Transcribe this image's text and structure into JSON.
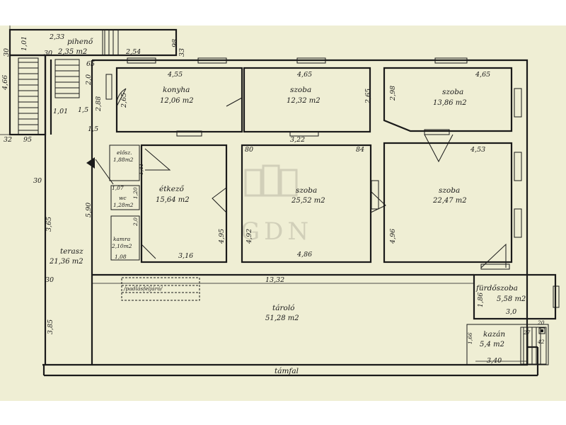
{
  "rooms": [
    {
      "name": "pihenő",
      "area": "2,35 m2"
    },
    {
      "name": "konyha",
      "area": "12,06 m2"
    },
    {
      "name": "szoba",
      "area": "12,32 m2"
    },
    {
      "name": "szoba",
      "area": "13,86 m2"
    },
    {
      "name": "elősz.",
      "area": "1,88m2"
    },
    {
      "name": "wc",
      "area": "1,28m2"
    },
    {
      "name": "kamra",
      "area": "2,10m2"
    },
    {
      "name": "étkező",
      "area": "15,64 m2"
    },
    {
      "name": "szoba",
      "area": "25,52 m2"
    },
    {
      "name": "szoba",
      "area": "22,47 m2"
    },
    {
      "name": "terasz",
      "area": "21,36 m2"
    },
    {
      "name": "fürdőszoba",
      "area": "5,58 m2"
    },
    {
      "name": "tároló",
      "area": "51,28 m2"
    },
    {
      "name": "kazán",
      "area": "5,4 m2"
    },
    {
      "name": "támfal",
      "area": ""
    },
    {
      "name": "/padlásfeljáró/",
      "area": ""
    }
  ],
  "dimensions": [
    "2,33",
    "1,01",
    "30",
    "30",
    "2,54",
    "98",
    "33",
    "65",
    "4,55",
    "4,65",
    "4,65",
    "2,0",
    "1,5",
    "2,88",
    "2,65",
    "2,65",
    "2,98",
    "4,66",
    "1,01",
    "32",
    "95",
    "1,5",
    "3,22",
    "80",
    "84",
    "4,53",
    "1,41",
    "1,07",
    "1,20",
    "2,0",
    "1,08",
    "5,90",
    "3,65",
    "30",
    "30",
    "3,16",
    "4,95",
    "4,92",
    "4,86",
    "4,96",
    "13,32",
    "1,86",
    "3,0",
    "3,85",
    "1,66",
    "27",
    "20",
    "42",
    "3,40"
  ],
  "watermark": "GDN",
  "colors": {
    "paper": "#efeed4",
    "ink": "#1a1a1a",
    "watermark": "#b9b6a3"
  }
}
